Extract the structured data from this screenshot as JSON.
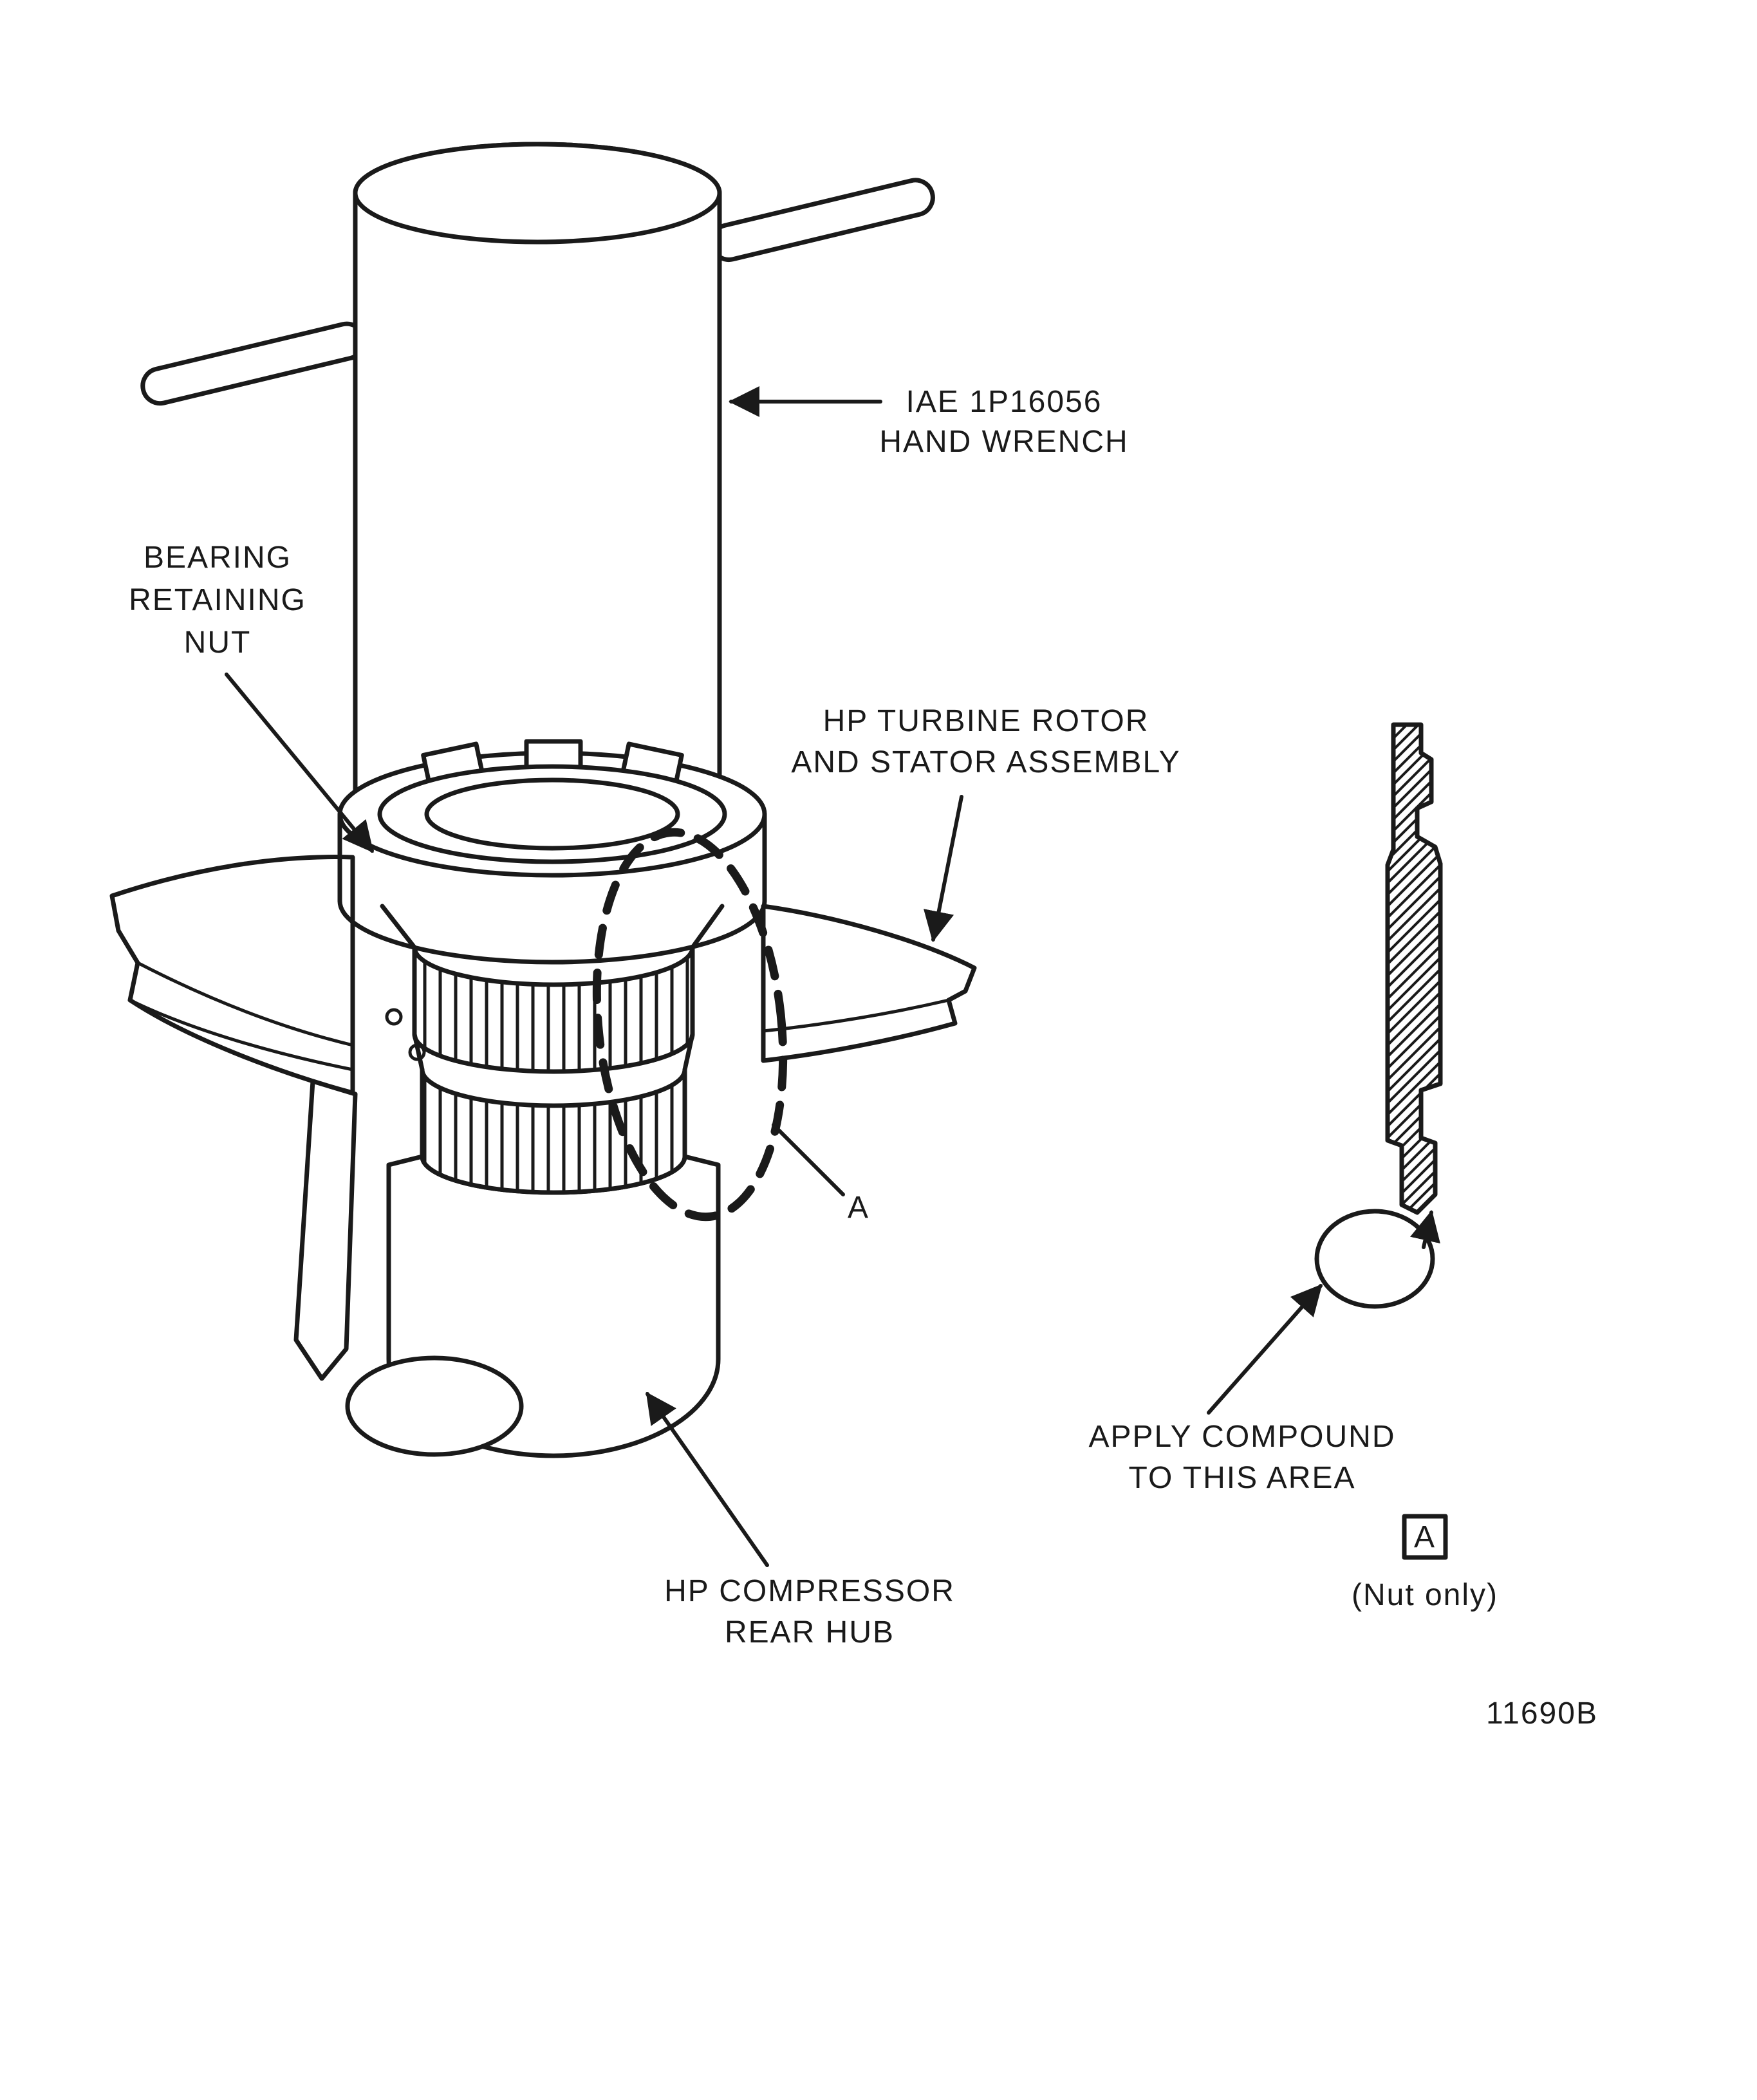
{
  "figure": {
    "number": "11690B"
  },
  "labels": {
    "hand_wrench": {
      "line1": "IAE 1P16056",
      "line2": "HAND WRENCH"
    },
    "bearing_retaining_nut": {
      "line1": "BEARING",
      "line2": "RETAINING",
      "line3": "NUT"
    },
    "hp_turbine": {
      "line1": "HP TURBINE ROTOR",
      "line2": "AND STATOR ASSEMBLY"
    },
    "detail_marker": "A",
    "hp_compressor": {
      "line1": "HP COMPRESSOR",
      "line2": "REAR HUB"
    },
    "apply_compound": {
      "line1": "APPLY COMPOUND",
      "line2": "TO THIS AREA"
    },
    "detail_box": "A",
    "nut_only": "(Nut only)"
  },
  "colors": {
    "ink": "#1a1a1a",
    "paper": "#ffffff"
  }
}
